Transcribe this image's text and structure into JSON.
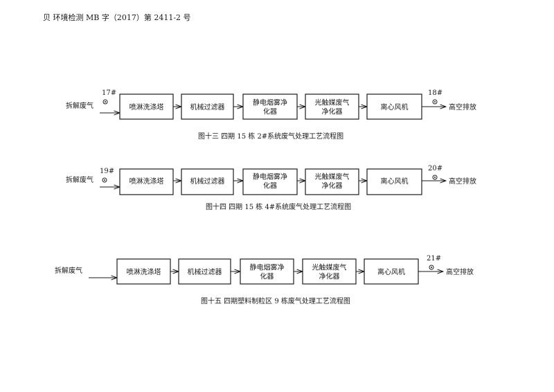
{
  "header": {
    "text": "贝   环境检测    MB 字（2017）第 2411-2 号"
  },
  "diagrams": [
    {
      "input_label": "拆解废气",
      "steps": [
        {
          "lines": [
            "喷淋洗涤塔"
          ]
        },
        {
          "lines": [
            "机械过滤器"
          ]
        },
        {
          "lines": [
            "静电烟雾净",
            "化器"
          ]
        },
        {
          "lines": [
            "光触媒废气",
            "净化器"
          ]
        },
        {
          "lines": [
            "离心风机"
          ]
        }
      ],
      "inlet_point": "17#",
      "outlet_point": "18#",
      "output_label": "高空排放",
      "caption": "图十三    四期 15 栋 2#系统废气处理工艺流程图"
    },
    {
      "input_label": "拆解废气",
      "steps": [
        {
          "lines": [
            "喷淋洗涤塔"
          ]
        },
        {
          "lines": [
            "机械过滤器"
          ]
        },
        {
          "lines": [
            "静电烟雾净",
            "化器"
          ]
        },
        {
          "lines": [
            "光触媒废气",
            "净化器"
          ]
        },
        {
          "lines": [
            "离心风机"
          ]
        }
      ],
      "inlet_point": "19#",
      "outlet_point": "20#",
      "output_label": "高空排放",
      "caption": "图十四    四期 15 栋 4#系统废气处理工艺流程图"
    },
    {
      "input_label": "拆解废气",
      "steps": [
        {
          "lines": [
            "喷淋洗涤塔"
          ]
        },
        {
          "lines": [
            "机械过滤器"
          ]
        },
        {
          "lines": [
            "静电烟雾净",
            "化器"
          ]
        },
        {
          "lines": [
            "光触媒废气",
            "净化器"
          ]
        },
        {
          "lines": [
            "离心风机"
          ]
        }
      ],
      "inlet_point": null,
      "outlet_point": "21#",
      "output_label": "高空排放",
      "caption": "图十五    四期塑料制粒区 9 栋废气处理工艺流程图"
    }
  ]
}
